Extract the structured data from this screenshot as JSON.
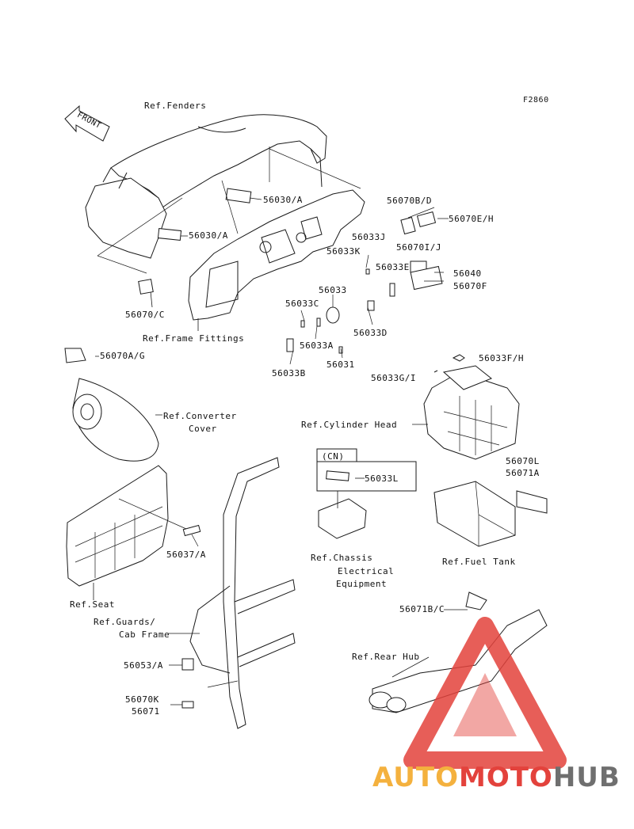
{
  "figure_code": "F2860",
  "front_label": "FRONT",
  "labels": {
    "ref_fenders": "Ref.Fenders",
    "p56030a_top": "56030/A",
    "p56030a_left": "56030/A",
    "p56070c": "56070/C",
    "ref_frame_fittings": "Ref.Frame Fittings",
    "p56070bd": "56070B/D",
    "p56070eh": "56070E/H",
    "p56033j": "56033J",
    "p56033k": "56033K",
    "p56070ij": "56070I/J",
    "p56033e": "56033E",
    "p56040": "56040",
    "p56070f": "56070F",
    "p56033": "56033",
    "p56033c": "56033C",
    "p56033a": "56033A",
    "p56033d": "56033D",
    "p56031": "56031",
    "p56033b": "56033B",
    "p56070ag": "56070A/G",
    "p56033fh": "56033F/H",
    "p56033gi": "56033G/I",
    "ref_converter_1": "Ref.Converter",
    "ref_converter_2": "Cover",
    "ref_cyl_head": "Ref.Cylinder Head",
    "cn": "(CN)",
    "p56033l": "56033L",
    "p56070l": "56070L",
    "p56071a": "56071A",
    "p56037a": "56037/A",
    "ref_chassis_1": "Ref.Chassis",
    "ref_chassis_2": "Electrical",
    "ref_chassis_3": "Equipment",
    "ref_fuel_tank": "Ref.Fuel Tank",
    "ref_seat": "Ref.Seat",
    "ref_guards_1": "Ref.Guards/",
    "ref_guards_2": "Cab Frame",
    "p56071bc": "56071B/C",
    "ref_rear_hub": "Ref.Rear Hub",
    "p56053a": "56053/A",
    "p56070k": "56070K",
    "p56071": "56071"
  },
  "watermark": {
    "part1": "AUTO",
    "part2": "MOTO",
    "part3": "HUB"
  },
  "colors": {
    "line": "#1a1a1a",
    "watermark_red": "#e3423c",
    "watermark_orange": "#f4b13e",
    "watermark_gray": "#6f6f6f"
  }
}
